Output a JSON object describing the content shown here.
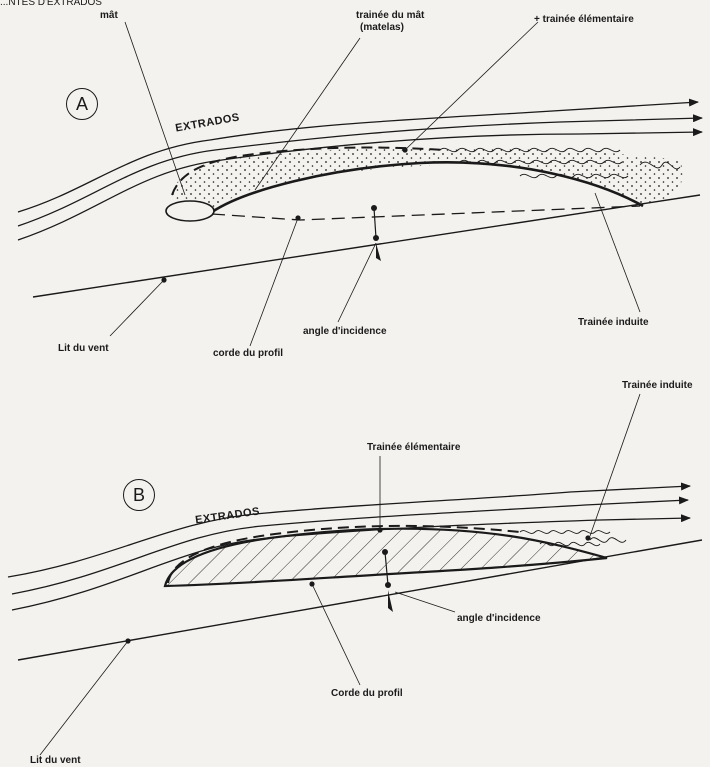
{
  "header_fragment": "...NTES D'EXTRADOS",
  "figure_a": {
    "marker": "A",
    "extrados": "EXTRADOS",
    "labels": {
      "mat": "mât",
      "trainee_mat_1": "trainée du mât",
      "trainee_mat_2": "(matelas)",
      "trainee_elementaire": "+ trainée élémentaire",
      "lit_du_vent": "Lit du vent",
      "corde": "corde du profil",
      "angle": "angle d'incidence",
      "trainee_induite": "Trainée induite"
    }
  },
  "figure_b": {
    "marker": "B",
    "extrados": "EXTRADOS",
    "labels": {
      "trainee_elementaire": "Trainée élémentaire",
      "trainee_induite": "Trainée induite",
      "angle": "angle d'incidence",
      "corde": "Corde du profil",
      "lit_du_vent": "Lit du vent"
    }
  },
  "colors": {
    "ink": "#1a1a1a",
    "paper": "#f4f2ee"
  }
}
